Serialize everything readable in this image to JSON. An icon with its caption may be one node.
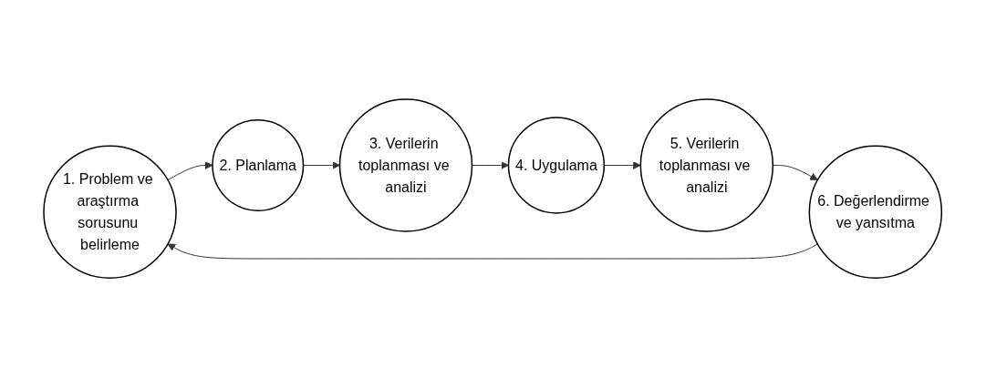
{
  "diagram": {
    "nodes": [
      {
        "text": [
          "1. Problem ve araştırma sorusunu belirleme"
        ]
      },
      {
        "text": [
          "2. Planlama"
        ]
      },
      {
        "text": [
          "3. Verilerin toplanması ve analizi"
        ]
      },
      {
        "text": [
          "4. Uygulama"
        ]
      },
      {
        "text": [
          "5. Verilerin toplanması ve analizi"
        ]
      },
      {
        "text": [
          "6. Değerlendirme ve yansıtma"
        ]
      }
    ],
    "edges": [
      {
        "from": 0,
        "to": 1,
        "arrow": "to"
      },
      {
        "from": 1,
        "to": 2,
        "arrow": "to"
      },
      {
        "from": 2,
        "to": 3,
        "arrow": "to"
      },
      {
        "from": 3,
        "to": 4,
        "arrow": "to"
      },
      {
        "from": 4,
        "to": 5,
        "arrow": "to"
      },
      {
        "from": 5,
        "to": 0,
        "arrow": "to"
      }
    ]
  }
}
